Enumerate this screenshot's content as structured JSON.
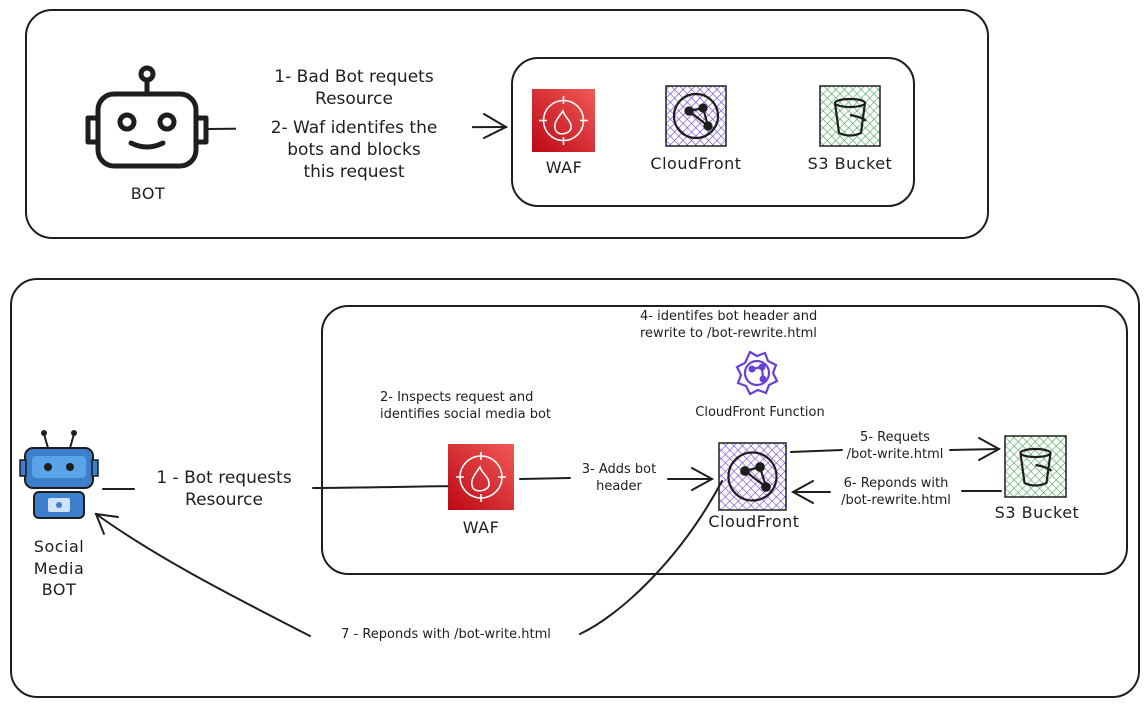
{
  "top_scenario": {
    "bot_label": "BOT",
    "step1_line1": "1- Bad Bot requets",
    "step1_line2": "Resource",
    "step2_line1": "2- Waf identifes the",
    "step2_line2": "bots and blocks",
    "step2_line3": "this request",
    "waf_label": "WAF",
    "cloudfront_label": "CloudFront",
    "s3_label": "S3 Bucket"
  },
  "bottom_scenario": {
    "bot_label_line1": "Social",
    "bot_label_line2": "Media",
    "bot_label_line3": "BOT",
    "step1_line1": "1 - Bot requests",
    "step1_line2": "Resource",
    "step2_line1": "2- Inspects request and",
    "step2_line2": "identifies social media bot",
    "step3_line1": "3- Adds bot",
    "step3_line2": "header",
    "step4_line1": "4- identifes bot header and",
    "step4_line2": "rewrite to /bot-rewrite.html",
    "function_label": "CloudFront Function",
    "step5_line1": "5- Requets",
    "step5_line2": "/bot-write.html",
    "step6_line1": "6- Reponds with",
    "step6_line2": "/bot-rewrite.html",
    "step7": "7 - Reponds with /bot-write.html",
    "waf_label": "WAF",
    "cloudfront_label": "CloudFront",
    "s3_label": "S3 Bucket"
  },
  "colors": {
    "waf_red": "#d9302b",
    "cloudfront_purple": "#6b3fd6",
    "s3_green": "#3fa34d",
    "bot_blue": "#3d7fcc",
    "stroke": "#1e1e1e"
  },
  "icons": {
    "waf": "shield-fire-icon",
    "cloudfront": "globe-network-icon",
    "s3": "bucket-icon",
    "function": "gear-function-icon",
    "bot": "robot-icon"
  }
}
